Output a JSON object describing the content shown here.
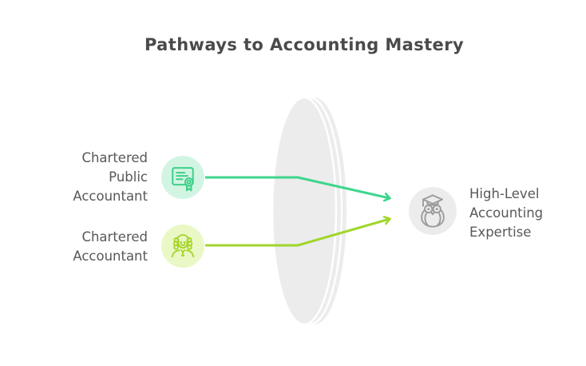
{
  "title": "Pathways to Accounting Mastery",
  "diagram": {
    "type": "convergence-flow",
    "sources": [
      {
        "label_lines": [
          "Chartered",
          "Public",
          "Accountant"
        ],
        "icon": "certificate-icon",
        "circle_color": "#d2f5e3",
        "icon_color": "#3ecf87",
        "connector_color": "#3ed68c"
      },
      {
        "label_lines": [
          "Chartered",
          "Accountant"
        ],
        "icon": "accountant-person-icon",
        "circle_color": "#eaf8c6",
        "icon_color": "#a6d52b",
        "connector_color": "#a0d62c"
      }
    ],
    "target": {
      "label_lines": [
        "High-Level",
        "Accounting",
        "Expertise"
      ],
      "icon": "owl-graduate-icon",
      "circle_color": "#ececec",
      "icon_color": "#9b9b9b"
    },
    "connections": [
      {
        "from": "Chartered Public Accountant",
        "to": "High-Level Accounting Expertise",
        "color": "#3ed68c"
      },
      {
        "from": "Chartered Accountant",
        "to": "High-Level Accounting Expertise",
        "color": "#a0d62c"
      }
    ]
  },
  "colors": {
    "background": "#ffffff",
    "title_text": "#4a4a4a",
    "label_text": "#585858",
    "lens_fill": "#ececec",
    "lens_divider": "#ffffff"
  }
}
